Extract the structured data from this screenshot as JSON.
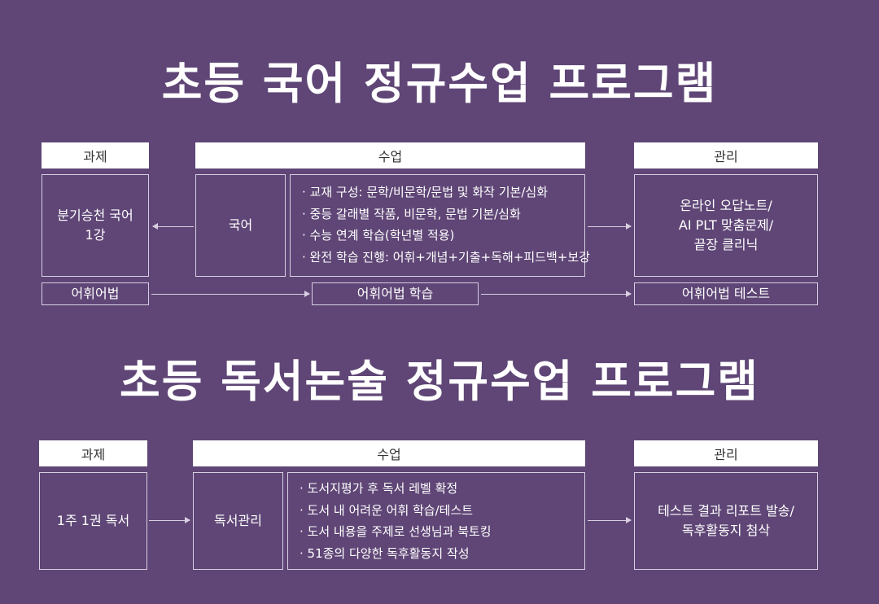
{
  "korean": {
    "title": "초등 국어 정규수업 프로그램",
    "headers": {
      "task": "과제",
      "class": "수업",
      "manage": "관리"
    },
    "task_box": [
      "분기승천 국어",
      "1강"
    ],
    "class_box": "국어",
    "class_items": [
      "· 교재 구성: 문학/비문학/문법 및 화작 기본/심화",
      "· 중등 갈래별 작품, 비문학, 문법 기본/심화",
      "· 수능 연계 학습(학년별 적용)",
      "· 완전 학습 진행: 어휘+개념+기출+독해+피드백+보강"
    ],
    "manage_box": [
      "온라인 오답노트/",
      "AI PLT 맞춤문제/",
      "끝장 클리닉"
    ],
    "vocab": {
      "task": "어휘어법",
      "class": "어휘어법 학습",
      "manage": "어휘어법 테스트"
    }
  },
  "reading": {
    "title": "초등 독서논술 정규수업 프로그램",
    "headers": {
      "task": "과제",
      "class": "수업",
      "manage": "관리"
    },
    "task_box": "1주 1권 독서",
    "class_box": "독서관리",
    "class_items": [
      "· 도서지평가 후 독서 레벨 확정",
      "· 도서 내 어려운 어휘 학습/테스트",
      "· 도서 내용을 주제로 선생님과 북토킹",
      "· 51종의 다양한 독후활동지 작성"
    ],
    "manage_box": [
      "테스트 결과 리포트 발송/",
      "독후활동지 첨삭"
    ]
  }
}
